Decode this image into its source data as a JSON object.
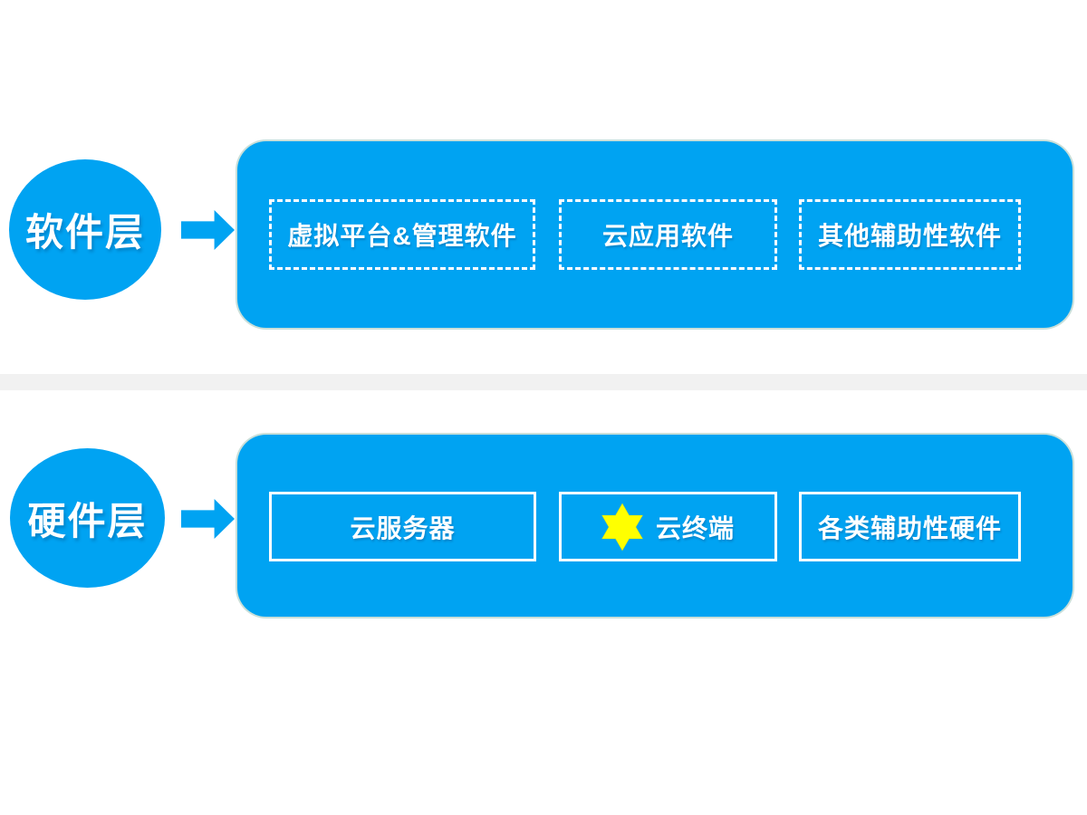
{
  "colors": {
    "primary_blue": "#00a3f2",
    "divider_gray": "#f1f1f1",
    "box_border_white": "#ffffff",
    "star_yellow": "#ffff00",
    "text_white": "#ffffff"
  },
  "layers": [
    {
      "id": "software",
      "circle_label": "软件层",
      "box_style": "dashed",
      "boxes": [
        {
          "label": "虚拟平台&管理软件"
        },
        {
          "label": "云应用软件"
        },
        {
          "label": "其他辅助性软件"
        }
      ]
    },
    {
      "id": "hardware",
      "circle_label": "硬件层",
      "box_style": "solid",
      "boxes": [
        {
          "label": "云服务器"
        },
        {
          "label": "云终端",
          "icon": "six-pointed-star-icon"
        },
        {
          "label": "各类辅助性硬件"
        }
      ]
    }
  ]
}
